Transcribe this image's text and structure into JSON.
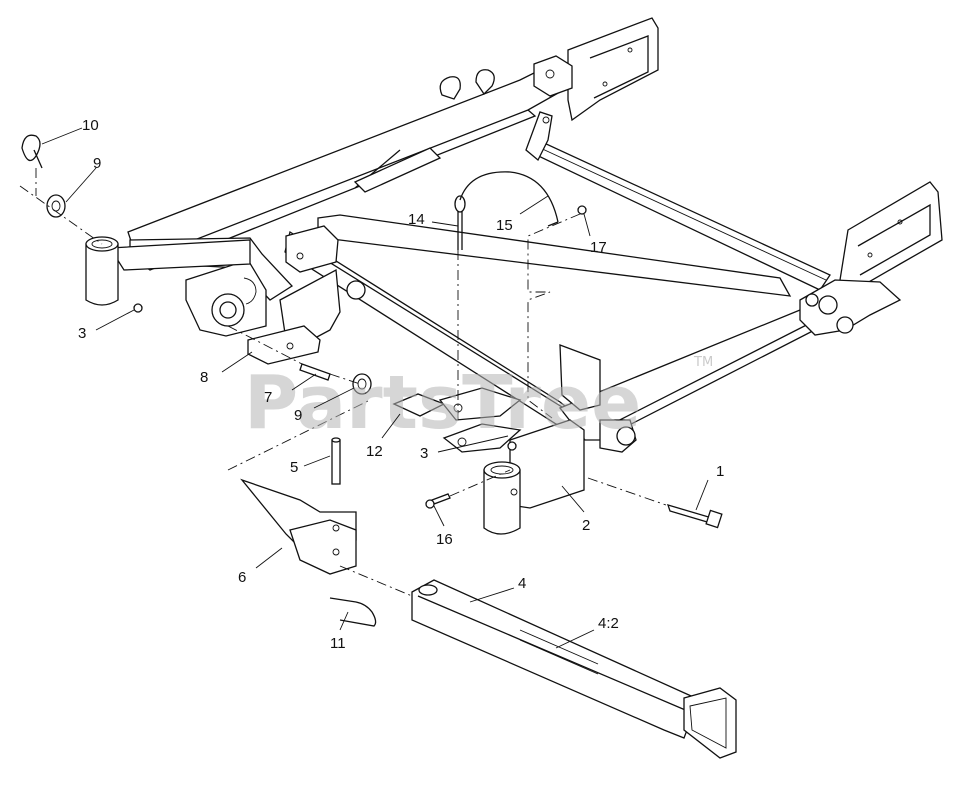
{
  "diagram": {
    "callouts": [
      "1",
      "2",
      "3",
      "3",
      "4",
      "4:2",
      "5",
      "6",
      "7",
      "8",
      "9",
      "9",
      "10",
      "11",
      "12",
      "14",
      "15",
      "16",
      "17"
    ]
  },
  "watermark": {
    "text": "PartsTree",
    "tm": "TM"
  },
  "colors": {
    "ink": "#111111",
    "watermark": "#b5b5b5",
    "background": "#ffffff"
  }
}
